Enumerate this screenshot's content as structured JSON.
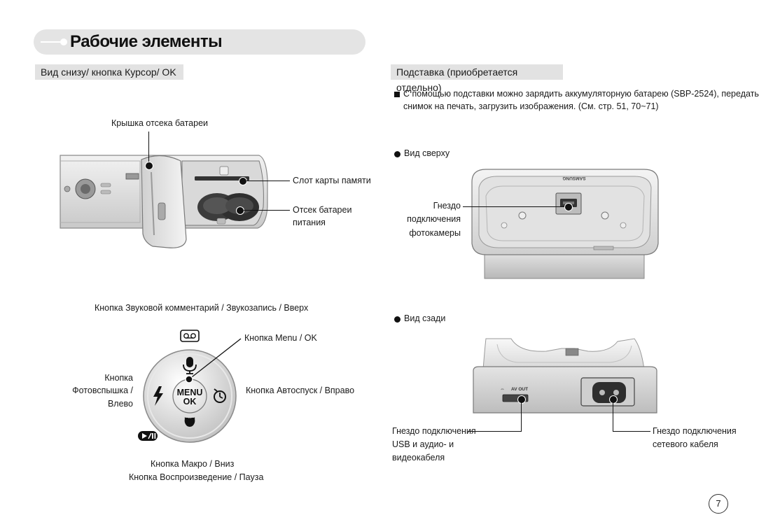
{
  "page": {
    "title": "Рабочие элементы",
    "page_number": "7"
  },
  "left": {
    "section_title": "Вид снизу/ кнопка Курсор/ OK",
    "bottom_view": {
      "battery_cover_label": "Крышка отсека батареи",
      "card_slot_label": "Слот карты памяти",
      "battery_compartment_label_1": "Отсек батареи",
      "battery_compartment_label_2": "питания"
    },
    "dial": {
      "voice_memo_label": "Кнопка Звуковой комментарий / Звукозапись / Вверх",
      "menu_ok_label": "Кнопка Menu / OK",
      "flash_label_1": "Кнопка",
      "flash_label_2": "Фотовспышка /",
      "flash_label_3": "Влево",
      "self_timer_label": "Кнопка Автоспуск / Вправо",
      "macro_label": "Кнопка Макро / Вниз",
      "play_label": "Кнопка Воспроизведение / Пауза",
      "center_line_1": "MENU",
      "center_line_2": "OK"
    }
  },
  "right": {
    "section_title": "Подставка (приобретается отдельно)",
    "description_line_1": "С помощью подставки можно зарядить аккумуляторную батарею (SBP-2524), передать",
    "description_line_2": "снимок на печать, загрузить изображения. (См. стр. 51, 70~71)",
    "top_view": {
      "heading": "Вид сверху",
      "socket_label_1": "Гнездо",
      "socket_label_2": "подключения",
      "socket_label_3": "фотокамеры",
      "brand_text": "SAMSUNG"
    },
    "rear_view": {
      "heading": "Вид сзади",
      "usb_label_1": "Гнездо подключения",
      "usb_label_2": "USB и аудио- и",
      "usb_label_3": "видеокабеля",
      "power_label_1": "Гнездо подключения",
      "power_label_2": "сетевого кабеля",
      "port_text": "AV OUT"
    }
  }
}
